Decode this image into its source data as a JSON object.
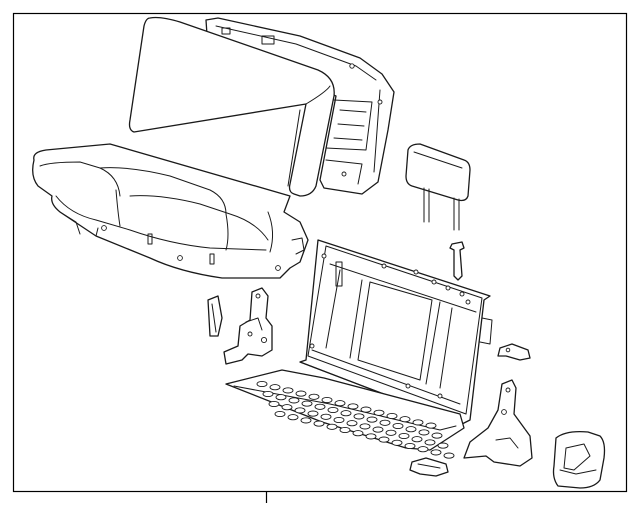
{
  "diagram": {
    "type": "exploded-parts-illustration",
    "colors": {
      "line": "#1a1a1a",
      "background": "#ffffff",
      "frame": "#000000"
    },
    "parts": [
      {
        "id": "seat-back-cushion"
      },
      {
        "id": "seat-back-rear-frame"
      },
      {
        "id": "seat-cushion-assembly"
      },
      {
        "id": "headrest"
      },
      {
        "id": "headrest-guide"
      },
      {
        "id": "seat-back-frame"
      },
      {
        "id": "hinge-bracket-left"
      },
      {
        "id": "hinge-cover-left"
      },
      {
        "id": "hinge-bracket-right"
      },
      {
        "id": "seat-pan-suspension"
      },
      {
        "id": "latch-striker"
      },
      {
        "id": "latch-handle"
      },
      {
        "id": "side-trim-cover"
      }
    ]
  }
}
